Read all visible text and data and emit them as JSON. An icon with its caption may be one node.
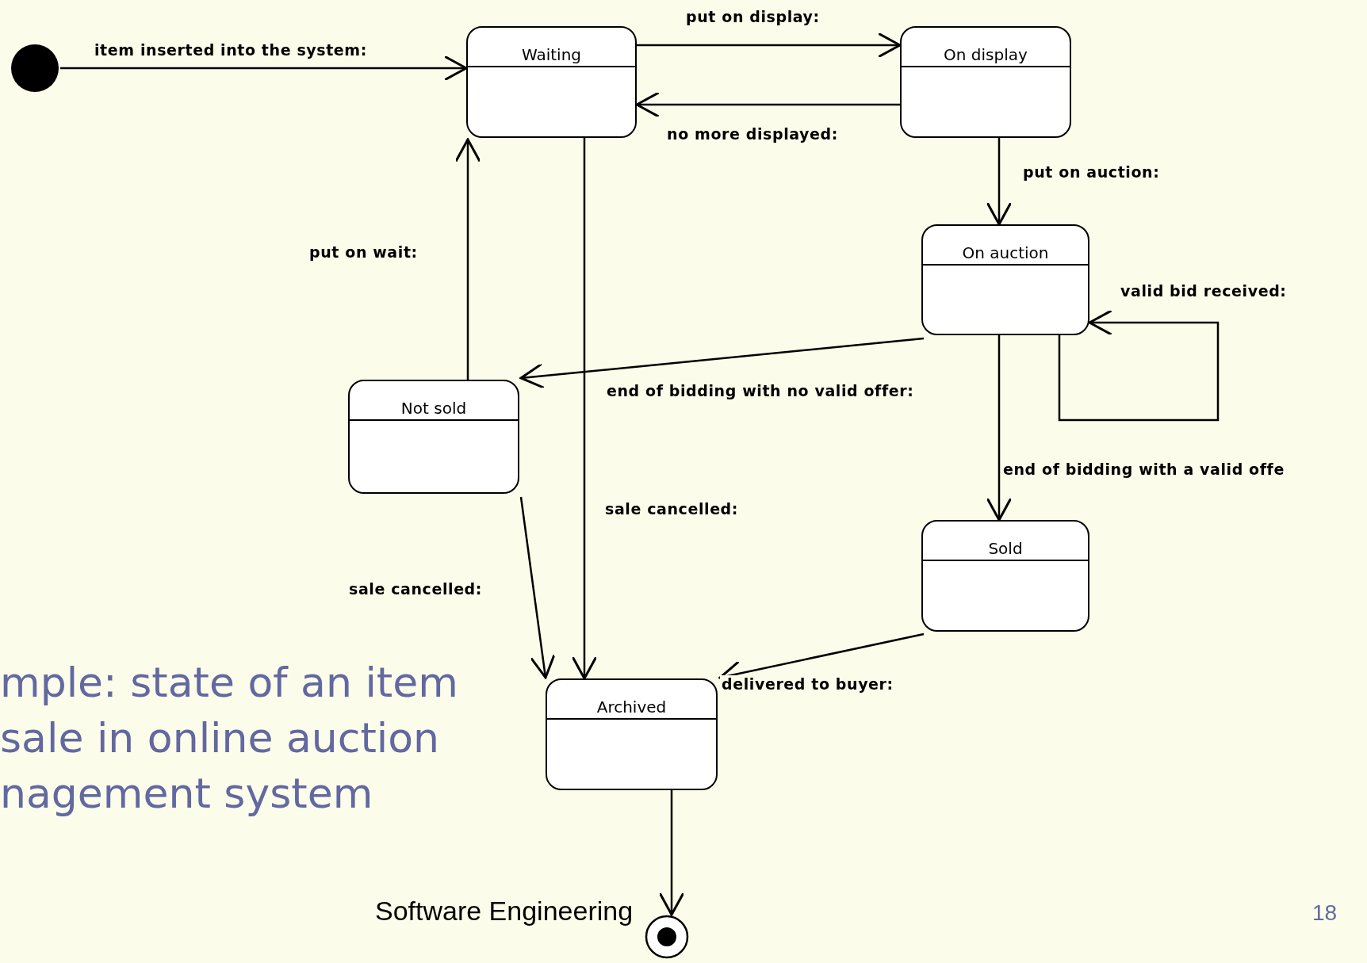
{
  "diagram": {
    "nodes": [
      {
        "text": [],
        "shape": "circle"
      },
      {
        "text": [
          "Waiting"
        ]
      },
      {
        "text": [
          "On display"
        ]
      },
      {
        "text": [
          "On auction"
        ]
      },
      {
        "text": [
          "Not sold"
        ]
      },
      {
        "text": [
          "Sold"
        ]
      },
      {
        "text": [
          "Archived"
        ]
      },
      {
        "text": [],
        "shape": "bullseye"
      }
    ],
    "edges": [
      {
        "from": 0,
        "to": 1,
        "arrow": "to",
        "label": "item inserted into the system:"
      },
      {
        "from": 1,
        "to": 2,
        "arrow": "to",
        "label": "put on display:"
      },
      {
        "from": 2,
        "to": 1,
        "arrow": "to",
        "label": "no more displayed:"
      },
      {
        "from": 2,
        "to": 3,
        "arrow": "to",
        "label": "put on auction:"
      },
      {
        "from": 3,
        "to": 3,
        "arrow": "to",
        "label": "valid bid received:"
      },
      {
        "from": 3,
        "to": 4,
        "arrow": "to",
        "label": "end of bidding with no valid offer:"
      },
      {
        "from": 3,
        "to": 5,
        "arrow": "to",
        "label": "end of bidding with a valid offe"
      },
      {
        "from": 4,
        "to": 1,
        "arrow": "to",
        "label": "put on wait:"
      },
      {
        "from": 1,
        "to": 6,
        "arrow": "to",
        "label": "sale cancelled:"
      },
      {
        "from": 4,
        "to": 6,
        "arrow": "to",
        "label": "sale cancelled:"
      },
      {
        "from": 5,
        "to": 6,
        "arrow": "to",
        "label": "delivered to buyer:"
      },
      {
        "from": 6,
        "to": 7,
        "arrow": "to"
      }
    ],
    "labels": [
      "mple: state of an item sale in online auction nagement system",
      "Software Engineering",
      "18"
    ]
  }
}
